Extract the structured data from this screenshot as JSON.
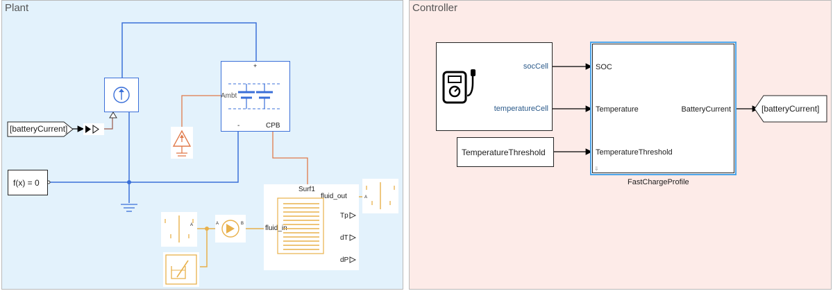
{
  "areas": {
    "plant_title": "Plant",
    "controller_title": "Controller"
  },
  "plant": {
    "from_tag": "[batteryCurrent]",
    "solver_block": "f(x) = 0",
    "battery_ambient_port": "Ambt",
    "battery_plus_port": "+",
    "battery_minus_port": "-",
    "battery_name": "CPB",
    "cooling_surf_port": "Surf1",
    "cooling_in_port": "fluid_in",
    "cooling_out_port": "fluid_out",
    "cooling_outputs": [
      "Tp",
      "dT",
      "dP"
    ],
    "pump_port_a": "A",
    "pump_port_b": "B",
    "reservoir_port_a": "A",
    "reservoir_port_a2": "A"
  },
  "controller": {
    "sensor_outputs": [
      "socCell",
      "temperatureCell"
    ],
    "threshold_constant": "TemperatureThreshold",
    "fcp_inputs": [
      "SOC",
      "Temperature",
      "TemperatureThreshold"
    ],
    "fcp_output": "BatteryCurrent",
    "fcp_name": "FastChargeProfile",
    "goto_tag": "[batteryCurrent]"
  },
  "colors": {
    "electrical_wire": "#3a6fd8",
    "thermal_wire": "#e07a4a",
    "fluid_wire": "#e8b04a",
    "signal_wire": "#000000",
    "plant_bg": "#e3f2fc",
    "controller_bg": "#fdebe8",
    "selected_block": "#4aa3e8"
  }
}
